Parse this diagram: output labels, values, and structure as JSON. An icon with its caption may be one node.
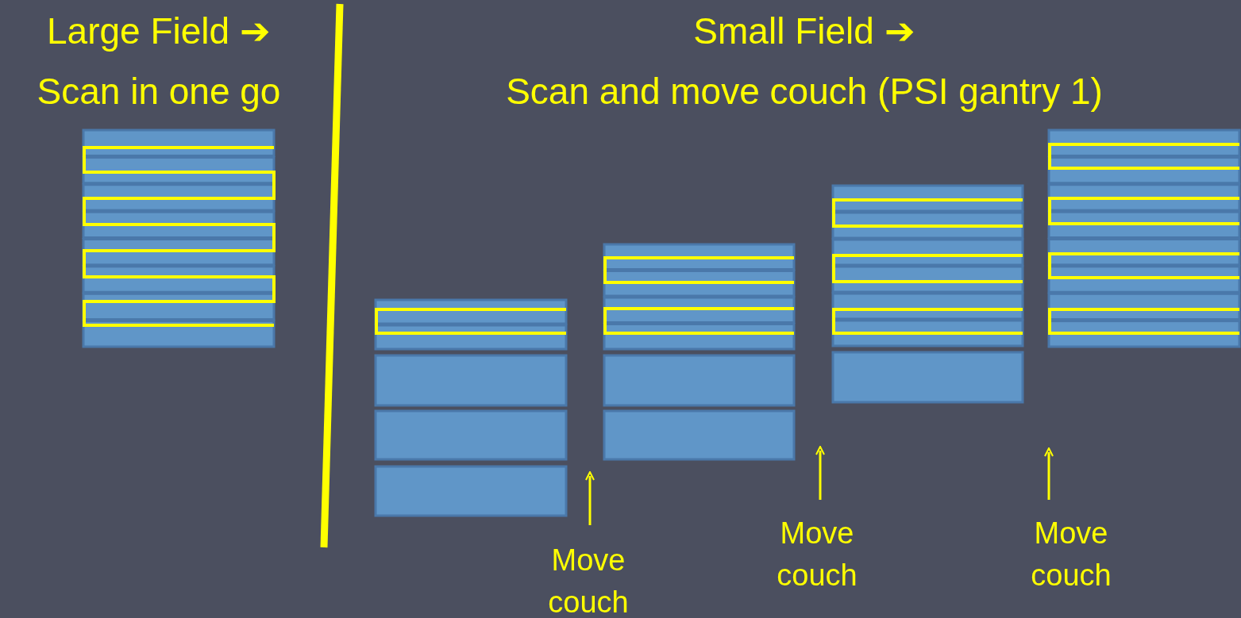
{
  "diagram": {
    "labels": [
      "Large Field ➔",
      "Scan in one go",
      "Small Field ➔",
      "Scan and move couch (PSI gantry 1)",
      "Move couch",
      "Move couch",
      "Move couch"
    ]
  }
}
